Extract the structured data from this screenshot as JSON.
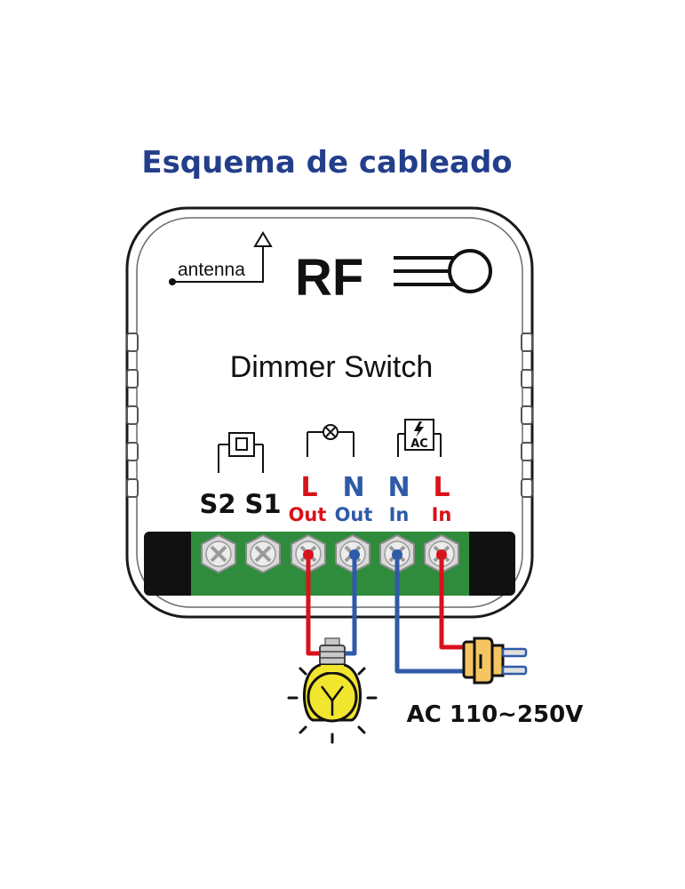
{
  "title": "Esquema de cableado",
  "module": {
    "protocol": "RF",
    "antenna_label": "antenna",
    "device_name": "Dimmer Switch"
  },
  "terminals": [
    {
      "top": "S2",
      "bottom": "",
      "color": "#111111"
    },
    {
      "top": "S1",
      "bottom": "",
      "color": "#111111"
    },
    {
      "top": "L",
      "bottom": "Out",
      "color": "#d8121b"
    },
    {
      "top": "N",
      "bottom": "Out",
      "color": "#2f5aa8"
    },
    {
      "top": "N",
      "bottom": "In",
      "color": "#2f5aa8"
    },
    {
      "top": "L",
      "bottom": "In",
      "color": "#d8121b"
    }
  ],
  "symbols": {
    "ac_box": "AC",
    "switch_icon": "push-button-icon",
    "lamp_icon": "lamp-icon",
    "power_icon": "power-supply-icon"
  },
  "power_supply": {
    "label": "AC 110~250V"
  },
  "colors": {
    "title": "#233e8b",
    "live": "#d8121b",
    "neutral": "#2f5aa8",
    "terminal_block": "#2e8c3c",
    "bulb": "#f2e52e",
    "plug": "#f6c562"
  }
}
